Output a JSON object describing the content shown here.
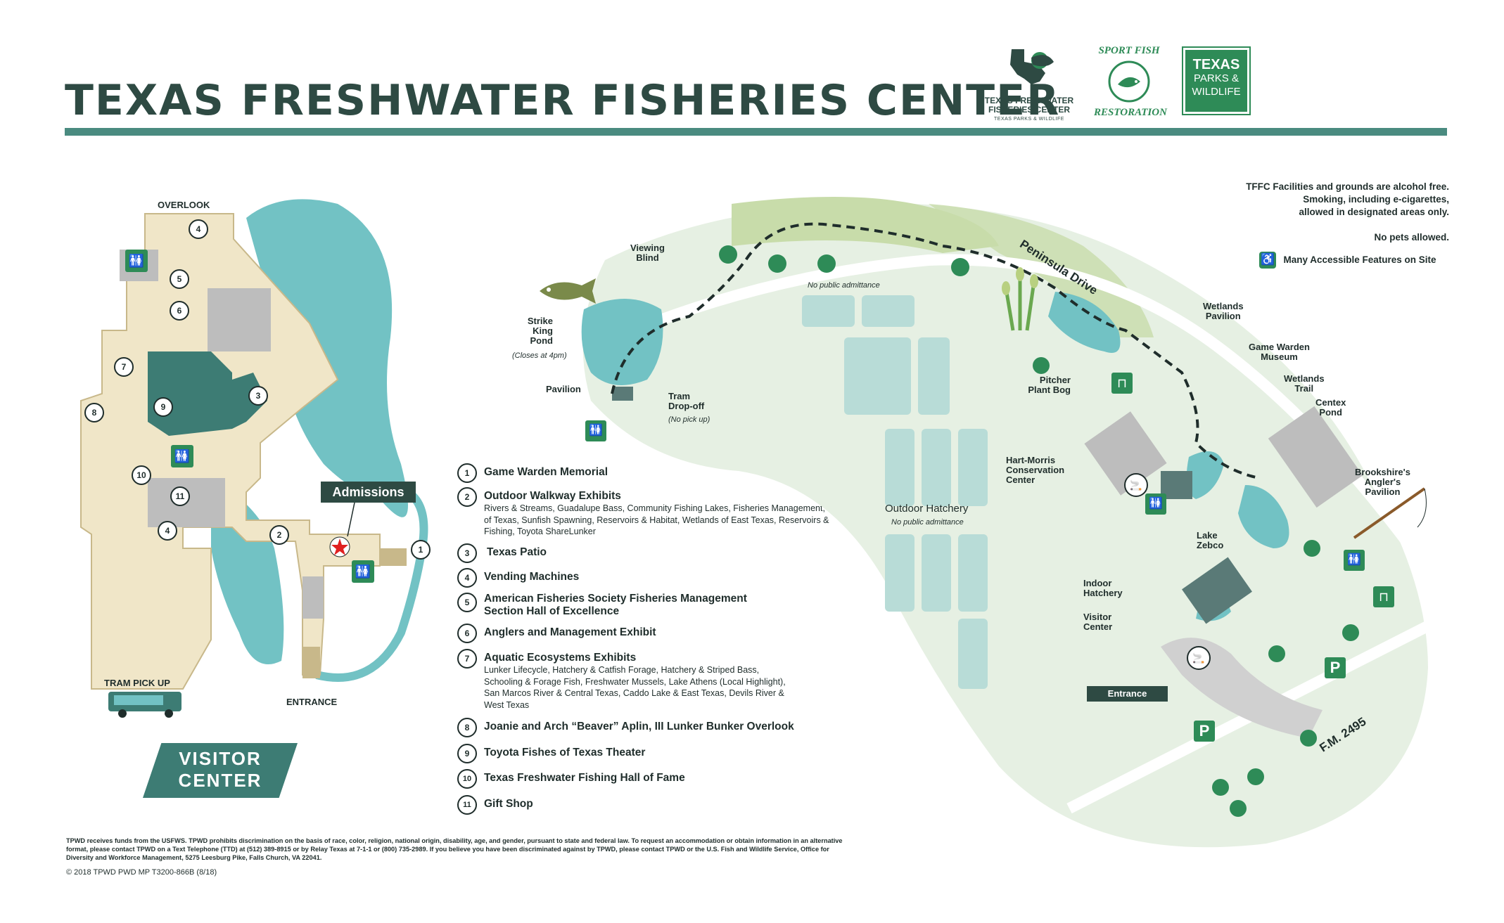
{
  "header": {
    "title": "TEXAS FRESHWATER FISHERIES CENTER",
    "logo_tffc_line1": "TEXAS FRESHWATER",
    "logo_tffc_line2": "FISHERIES CENTER",
    "logo_tffc_sub": "TEXAS PARKS & WILDLIFE",
    "logo_sfr_top": "SPORT FISH",
    "logo_sfr_bottom": "RESTORATION",
    "logo_tpw_line1": "TEXAS",
    "logo_tpw_line2": "PARKS &",
    "logo_tpw_line3": "WILDLIFE"
  },
  "notes": {
    "alcohol": "TFFC Facilities and grounds are alcohol free.",
    "smoking1": "Smoking, including e-cigarettes,",
    "smoking2": "allowed in designated areas only.",
    "pets": "No pets allowed.",
    "accessible": "Many Accessible Features on Site"
  },
  "floorplan": {
    "overlook": "OVERLOOK",
    "tram_pickup": "TRAM PICK UP",
    "entrance": "ENTRANCE",
    "admissions": "Admissions",
    "visitor_center_1": "VISITOR",
    "visitor_center_2": "CENTER",
    "numbers": [
      "1",
      "2",
      "3",
      "4",
      "5",
      "6",
      "7",
      "8",
      "9",
      "10",
      "11",
      "4"
    ]
  },
  "legend": [
    {
      "num": "1",
      "title": "Game Warden Memorial",
      "desc": ""
    },
    {
      "num": "2",
      "title": "Outdoor Walkway Exhibits",
      "desc": "Rivers & Streams, Guadalupe Bass, Community Fishing Lakes, Fisheries Management, Trout of Texas, Sunfish Spawning, Reservoirs & Habitat, Wetlands of East Texas, Reservoirs & Fishing, Toyota ShareLunker"
    },
    {
      "num": "3",
      "title": "Texas Patio",
      "desc": ""
    },
    {
      "num": "4",
      "title": "Vending Machines",
      "desc": ""
    },
    {
      "num": "5",
      "title": "American Fisheries Society Fisheries Management Section Hall of Excellence",
      "desc": ""
    },
    {
      "num": "6",
      "title": "Anglers and Management Exhibit",
      "desc": ""
    },
    {
      "num": "7",
      "title": "Aquatic Ecosystems Exhibits",
      "desc": "Lunker Lifecycle, Hatchery & Catfish Forage, Hatchery & Striped Bass, Schooling & Forage Fish, Freshwater Mussels, Lake Athens (Local Highlight), San Marcos River & Central Texas, Caddo Lake & East Texas, Devils River & West Texas"
    },
    {
      "num": "8",
      "title": "Joanie and Arch “Beaver” Aplin, III Lunker Bunker Overlook",
      "desc": ""
    },
    {
      "num": "9",
      "title": "Toyota Fishes of Texas Theater",
      "desc": ""
    },
    {
      "num": "10",
      "title": "Texas Freshwater Fishing Hall of Fame",
      "desc": ""
    },
    {
      "num": "11",
      "title": "Gift Shop",
      "desc": ""
    }
  ],
  "map": {
    "viewing_blind": "Viewing\nBlind",
    "strike_king": "Strike\nKing\nPond",
    "closes": "(Closes at 4pm)",
    "pavilion": "Pavilion",
    "tram_dropoff": "Tram\nDrop-off",
    "no_pickup": "(No pick up)",
    "no_public": "No public admittance",
    "peninsula": "Peninsula Drive",
    "wetlands_pavilion": "Wetlands\nPavilion",
    "game_warden_museum": "Game Warden\nMuseum",
    "wetlands_trail": "Wetlands\nTrail",
    "centex_pond": "Centex\nPond",
    "pitcher_plant": "Pitcher\nPlant Bog",
    "hart_morris": "Hart-Morris\nConservation\nCenter",
    "outdoor_hatchery": "Outdoor Hatchery",
    "no_public2": "No public admittance",
    "brookshire": "Brookshire's\nAngler's\nPavilion",
    "lake_zebco": "Lake\nZebco",
    "indoor_hatchery": "Indoor\nHatchery",
    "visitor_center": "Visitor\nCenter",
    "entrance": "Entrance",
    "fm": "F.M. 2495",
    "parking": "P"
  },
  "footer": {
    "text": "TPWD receives funds from the USFWS. TPWD prohibits discrimination on the basis of race, color, religion, national origin, disability, age, and gender, pursuant to state and federal law. To request an accommodation or obtain information in an alternative format, please contact TPWD on a Text Telephone (TTD) at (512) 389-8915 or by Relay Texas at 7-1-1 or (800) 735-2989. If you believe you have been discriminated against by TPWD, please contact TPWD or the U.S. Fish and Wildlife Service, Office for Diversity and Workforce Management, 5275 Leesburg Pike, Falls Church, VA 22041.",
    "copyright": "© 2018 TPWD  PWD MP T3200-866B (8/18)"
  },
  "colors": {
    "brand_dark": "#2e4a43",
    "teal": "#4a8b80",
    "water": "#72c2c4",
    "land": "#e6f0e3",
    "building": "#f0e6c8"
  }
}
